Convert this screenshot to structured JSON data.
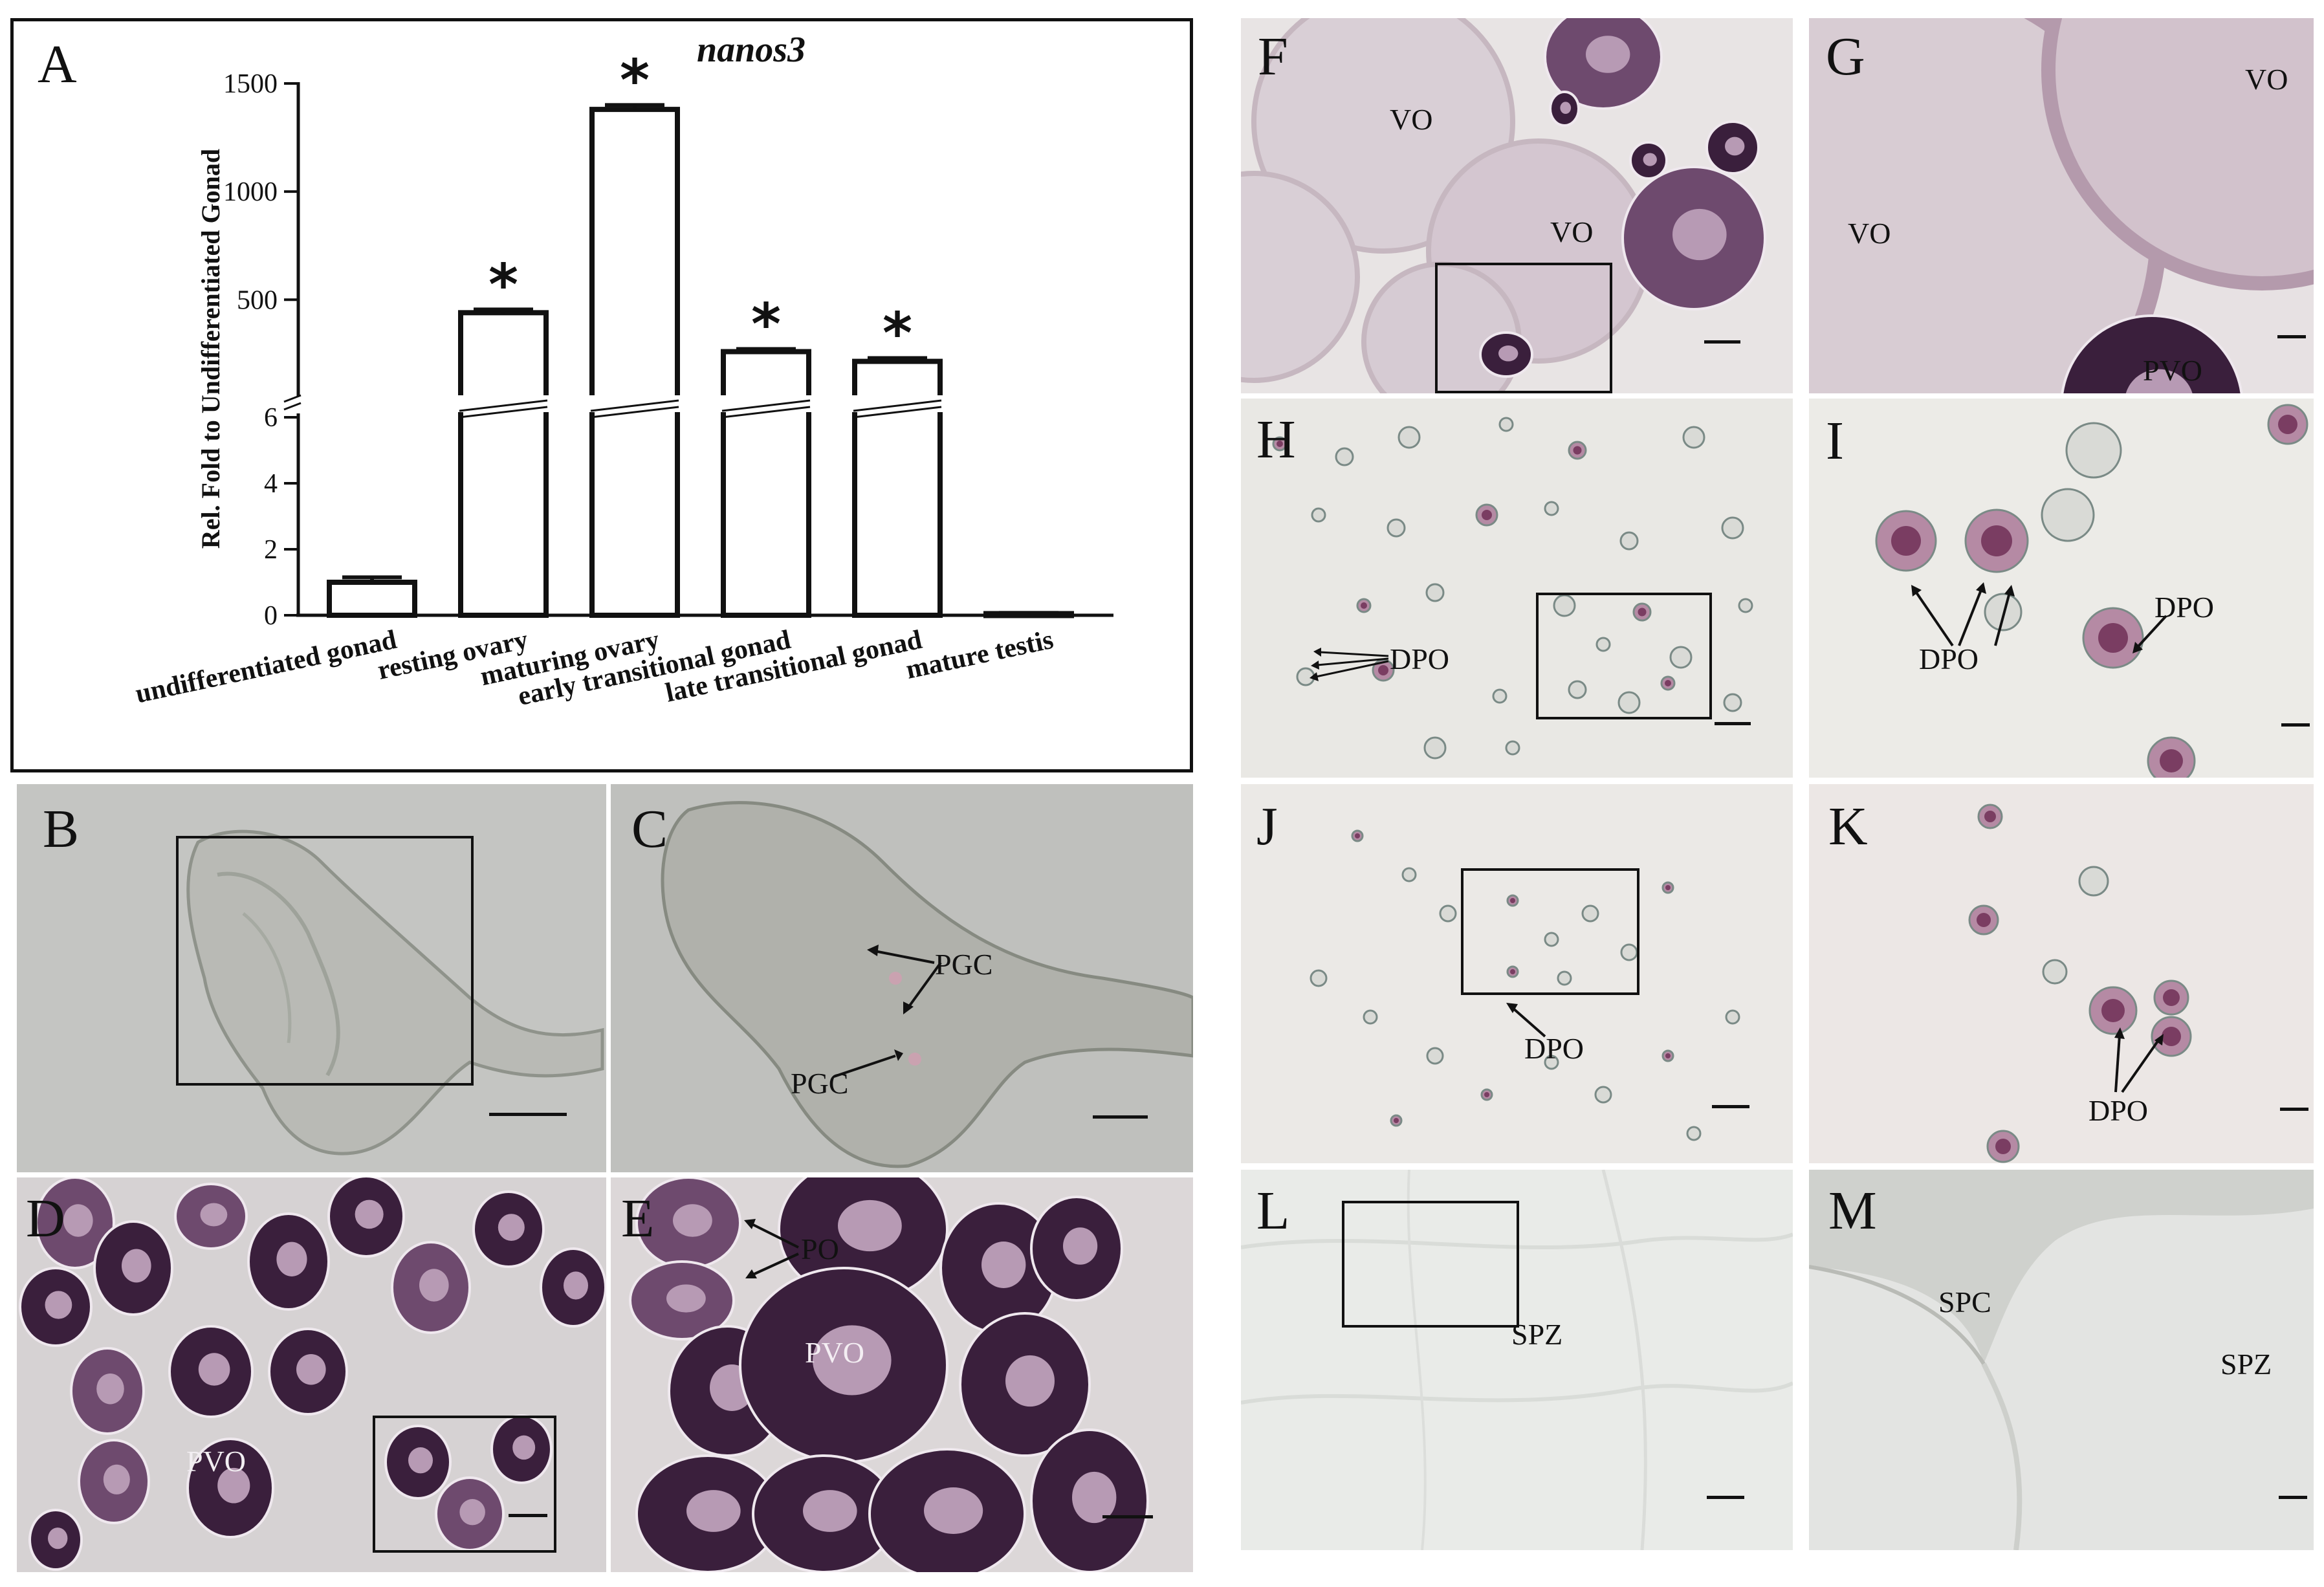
{
  "figure": {
    "panel_letters": {
      "A": "A",
      "B": "B",
      "C": "C",
      "D": "D",
      "E": "E",
      "F": "F",
      "G": "G",
      "H": "H",
      "I": "I",
      "J": "J",
      "K": "K",
      "L": "L",
      "M": "M"
    },
    "annotations": {
      "C_pgc_1": "PGC",
      "C_pgc_2": "PGC",
      "D_pvo": "PVO",
      "E_po": "PO",
      "E_pvo": "PVO",
      "F_vo_1": "VO",
      "F_vo_2": "VO",
      "G_vo_1": "VO",
      "G_vo_2": "VO",
      "G_pvo": "PVO",
      "H_dpo": "DPO",
      "I_dpo_1": "DPO",
      "I_dpo_2": "DPO",
      "J_dpo": "DPO",
      "K_dpo": "DPO",
      "L_spz": "SPZ",
      "M_spc": "SPC",
      "M_spz": "SPZ"
    },
    "colors": {
      "stain_dark": "#3a1f3c",
      "stain_mid": "#6e4a6e",
      "stain_light": "#b79ab4",
      "tissue_bg_grey": "#c8c9c6",
      "tissue_bg_light": "#ece8e4",
      "ink": "#111111"
    }
  },
  "chart_data": {
    "type": "bar",
    "title": "nanos3",
    "ylabel": "Rel. Fold to Undifferentiated Gonad",
    "categories": [
      "undifferentiated gonad",
      "resting ovary",
      "maturing ovary",
      "early transitional gonad",
      "late transitional gonad",
      "mature testis"
    ],
    "values": [
      1.0,
      440,
      1380,
      260,
      215,
      0.05
    ],
    "errors": [
      0.15,
      15,
      20,
      12,
      15,
      0.02
    ],
    "significant": [
      false,
      true,
      true,
      true,
      true,
      false
    ],
    "significance_marker": "*",
    "axis_break": {
      "lower_range": [
        0,
        6
      ],
      "upper_range": [
        100,
        1500
      ]
    },
    "lower_ticks": [
      0,
      2,
      4,
      6
    ],
    "upper_ticks": [
      500,
      1000,
      1500
    ],
    "grid": false,
    "legend": "none"
  }
}
